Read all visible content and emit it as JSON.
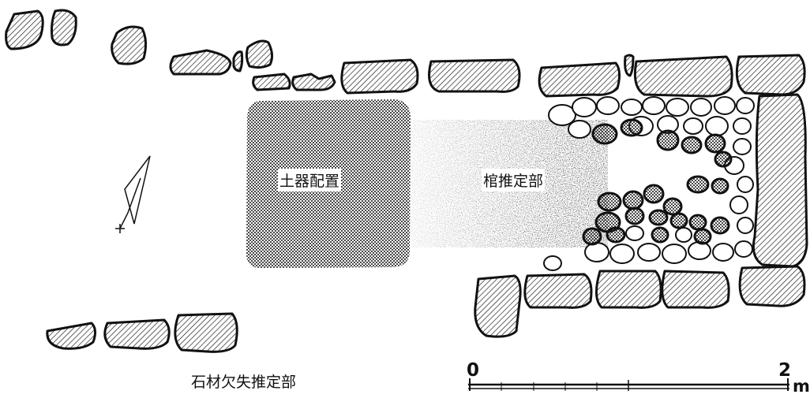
{
  "labels": {
    "pottery": "土器配置",
    "coffin": "棺推定部",
    "missing_stones": "石材欠失推定部"
  },
  "scale": {
    "start": "0",
    "end": "2",
    "unit": "m"
  },
  "colors": {
    "ink": "#111111",
    "paper": "#ffffff"
  }
}
